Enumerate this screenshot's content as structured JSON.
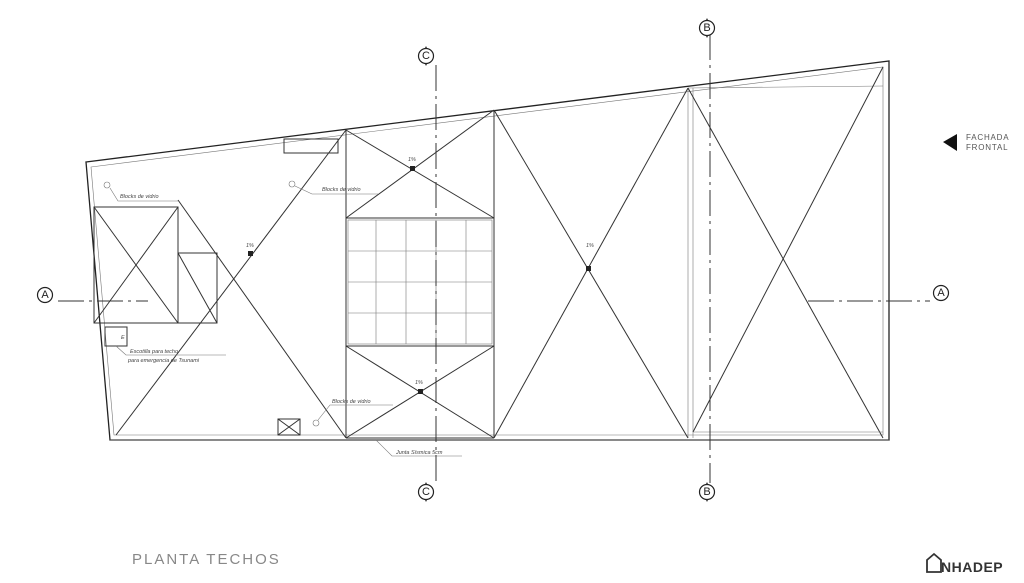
{
  "drawing": {
    "title": "PLANTA TECHOS",
    "facade_label_line1": "FACHADA",
    "facade_label_line2": "FRONTAL",
    "brand": "NHADEP"
  },
  "section_markers": {
    "a": "A",
    "b": "B",
    "c": "C"
  },
  "slopes": {
    "left": "1%",
    "top_center": "1%",
    "bottom_center": "1%",
    "right": "1%"
  },
  "annotations": {
    "glass_blocks_left": "Blocks de vidrio",
    "glass_blocks_top": "Blocks de vidrio",
    "glass_blocks_bottom": "Blocks de vidrio",
    "hatch_line1": "Escotilla para techo",
    "hatch_line2": "para emergencia de Tsunami",
    "seismic_joint": "Junta Sísmica 5cm",
    "hatch_mark": "E"
  }
}
